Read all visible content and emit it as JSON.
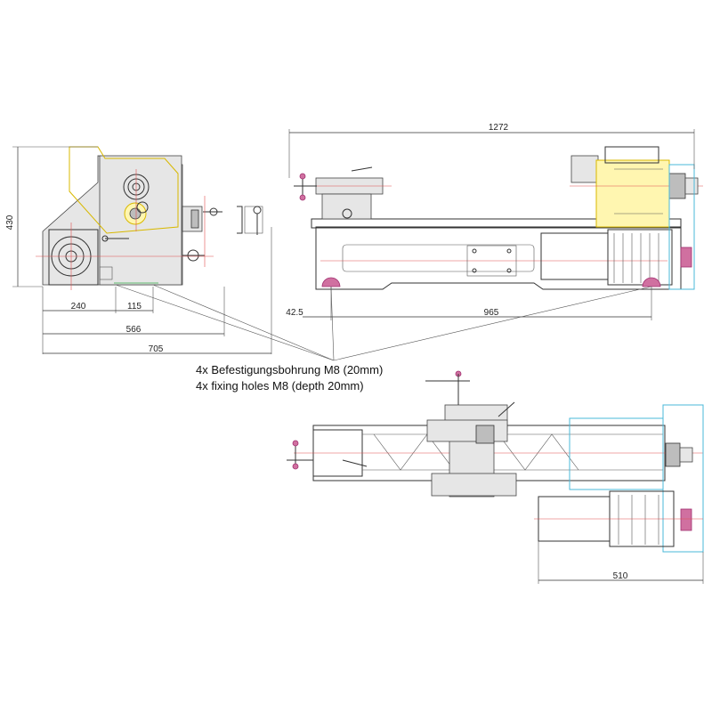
{
  "dimensions": {
    "total_length": "1272",
    "height": "430",
    "width_240": "240",
    "width_115": "115",
    "width_566": "566",
    "width_705": "705",
    "offset_42_5": "42.5",
    "bed_965": "965",
    "top_510": "510"
  },
  "notes": {
    "de": "4x Befestigungsbohrung M8 (20mm)",
    "en": "4x fixing holes M8 (depth 20mm)"
  },
  "colors": {
    "lines": "#333333",
    "centerlines": "#e05050",
    "guard": "#d8b800",
    "motor_outline": "#4ab8d8",
    "holes": "#d070a0",
    "handwheel": "#a03070"
  }
}
